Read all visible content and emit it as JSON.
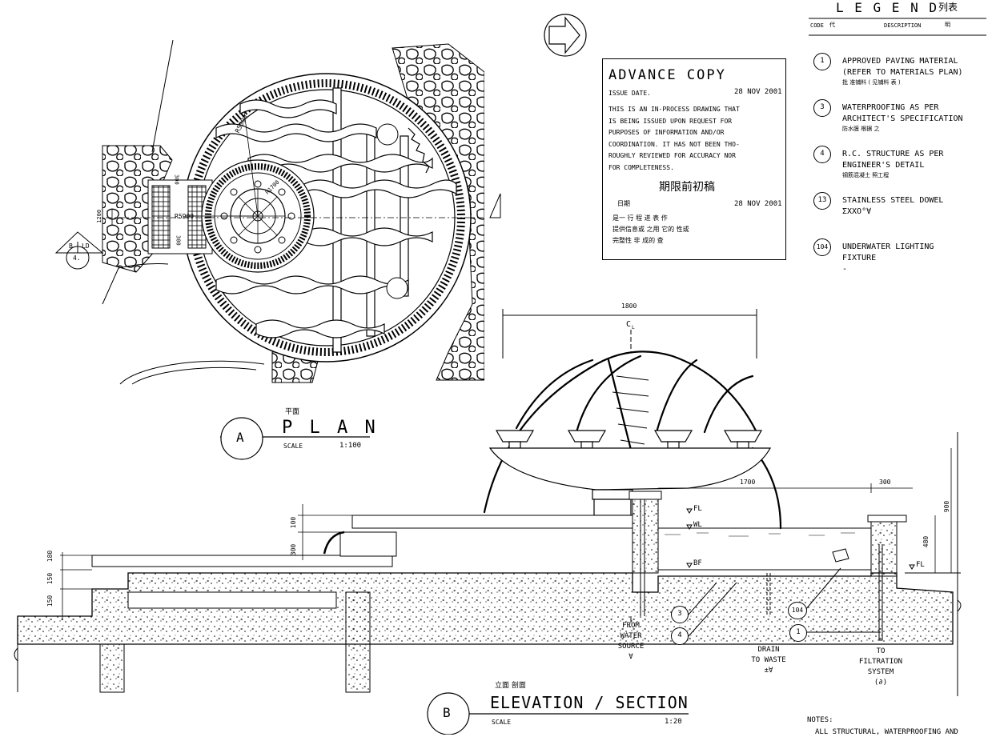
{
  "legend": {
    "title": "L E G E N D",
    "title_cn": "列表",
    "code_label": "CODE",
    "code_cn": "代",
    "desc_label": "DESCRIPTION",
    "desc_cn": "明",
    "items": [
      {
        "code": "1",
        "lines": [
          "APPROVED PAVING MATERIAL",
          "(REFER TO MATERIALS PLAN)"
        ],
        "cn": "批  准铺料      (  见铺料  表        )"
      },
      {
        "code": "3",
        "lines": [
          "WATERPROOFING AS PER",
          "ARCHITECT'S SPECIFICATION"
        ],
        "cn": "防水膜  根据                        之"
      },
      {
        "code": "4",
        "lines": [
          "R.C. STRUCTURE AS PER",
          "ENGINEER'S DETAIL"
        ],
        "cn": "钢筋混凝土                  照工程"
      },
      {
        "code": "13",
        "lines": [
          "STAINLESS STEEL DOWEL",
          "ΣXXO°∀"
        ],
        "cn": ""
      },
      {
        "code": "104",
        "lines": [
          "UNDERWATER LIGHTING",
          "FIXTURE",
          "-"
        ],
        "cn": ""
      }
    ]
  },
  "advance": {
    "title": "ADVANCE COPY",
    "issue_label": "ISSUE DATE.",
    "issue_date": "28 NOV 2001",
    "body": [
      "THIS IS AN  IN-PROCESS DRAWING THAT",
      "IS BEING ISSUED  UPON REQUEST  FOR",
      "PURPOSES OF  INFORMATION  AND/OR",
      "COORDINATION.  IT HAS NOT BEEN THO-",
      "ROUGHLY REVIEWED FOR ACCURACY NOR",
      "FOR COMPLETENESS."
    ],
    "cn_title": "期限前初稿",
    "cn_date_label": "日期",
    "cn_date": "28 NOV 2001",
    "cn_body": [
      "是一  行  程  进  表        作",
      "提供信息或  之用  它的  性或",
      "完整性  非     成的  查"
    ]
  },
  "plan": {
    "letter": "A",
    "cn": "平面",
    "title": "P L A N",
    "scale_label": "SCALE",
    "scale": "1:100",
    "r1": "R5000",
    "r2": "R5900",
    "r3": "R1700",
    "d300": "300",
    "d1200": "1200",
    "d300b": "300",
    "sec_letter": "B",
    "sec_sheet": "LD",
    "sec_num": "4."
  },
  "section": {
    "letter": "B",
    "cn": "立面   剖面",
    "title": "ELEVATION / SECTION",
    "scale_label": "SCALE",
    "scale": "1:20",
    "d1800": "1800",
    "cl": "C",
    "cl_sub": "L",
    "d1700": "1700",
    "d300": "300",
    "d900": "900",
    "d480": "480",
    "d100": "100",
    "d300b": "300",
    "d180": "180",
    "d150": "150",
    "d150b": "150",
    "fl": "FL",
    "wl": "WL",
    "bf": "BF",
    "fl2": "FL",
    "water_source": [
      "FROM",
      "WATER",
      "SOURCE",
      "∀"
    ],
    "drain": [
      "DRAIN",
      "TO WASTE",
      "±∀"
    ],
    "filtration": [
      "TO",
      "FILTRATION",
      "SYSTEM",
      "(∂)"
    ],
    "tag3": "3",
    "tag4": "4",
    "tag104": "104",
    "tag1": "1",
    "notes_label": "NOTES:",
    "notes_text": "ALL STRUCTURAL, WATERPROOFING AND"
  }
}
